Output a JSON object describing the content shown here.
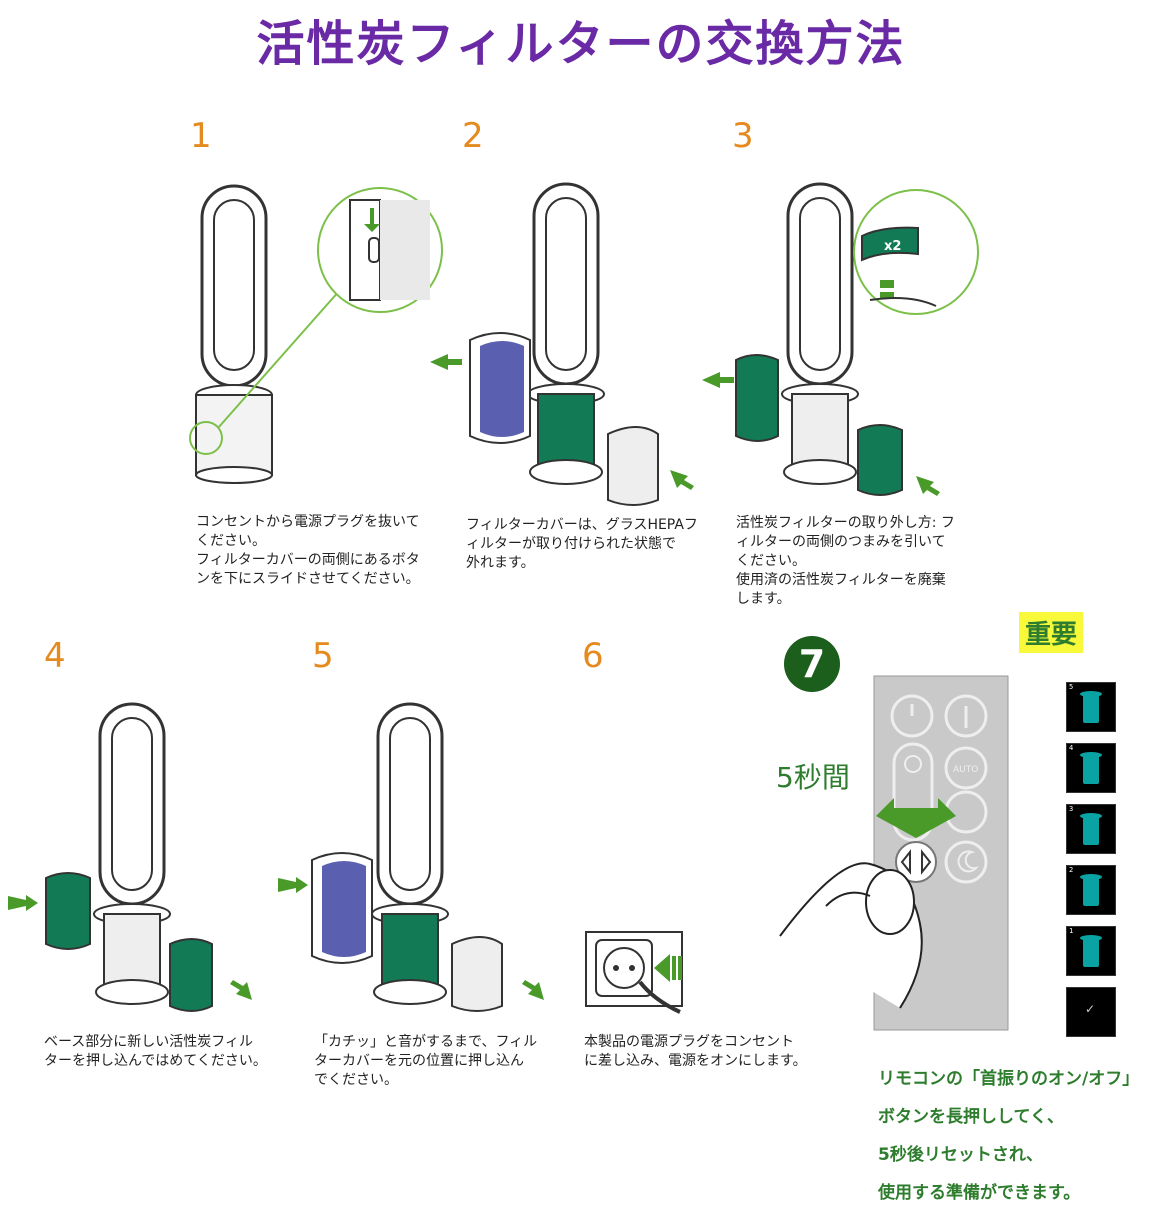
{
  "title": "活性炭フィルターの交換方法",
  "steps": [
    {
      "num": "1",
      "lines": [
        "コンセントから電源プラグを抜いて",
        "ください。",
        "フィルターカバーの両側にあるボタ",
        "ンを下にスライドさせてください。"
      ]
    },
    {
      "num": "2",
      "lines": [
        "フィルターカバーは、グラスHEPAフ",
        "ィルターが取り付けられた状態で",
        "外れます。"
      ]
    },
    {
      "num": "3",
      "lines": [
        "活性炭フィルターの取り外し方: フ",
        "ィルターの両側のつまみを引いて",
        "ください。",
        "使用済の活性炭フィルターを廃棄",
        "します。"
      ]
    },
    {
      "num": "4",
      "lines": [
        "ベース部分に新しい活性炭フィル",
        "ターを押し込んではめてください。"
      ]
    },
    {
      "num": "5",
      "lines": [
        "「カチッ」と音がするまで、フィル",
        "ターカバーを元の位置に押し込ん",
        "でください。"
      ]
    },
    {
      "num": "6",
      "lines": [
        "本製品の電源プラグをコンセント",
        "に差し込み、電源をオンにします。"
      ]
    }
  ],
  "step7": {
    "num": "7",
    "seconds_label": "5秒間",
    "remote_auto": "AUTO",
    "important": "重要",
    "badge_x2": "x2"
  },
  "note": [
    "リモコンの「首振りのオン/オフ」",
    "ボタンを長押ししてく、",
    "5秒後リセットされ、",
    "使用する準備ができます。"
  ],
  "strip": [
    "5",
    "4",
    "3",
    "2",
    "1",
    "✓"
  ],
  "colors": {
    "title": "#6a2aa6",
    "number": "#e58a1f",
    "green": "#2e7d2e",
    "filter": "#127a55",
    "hepa": "#5b5fb0"
  }
}
